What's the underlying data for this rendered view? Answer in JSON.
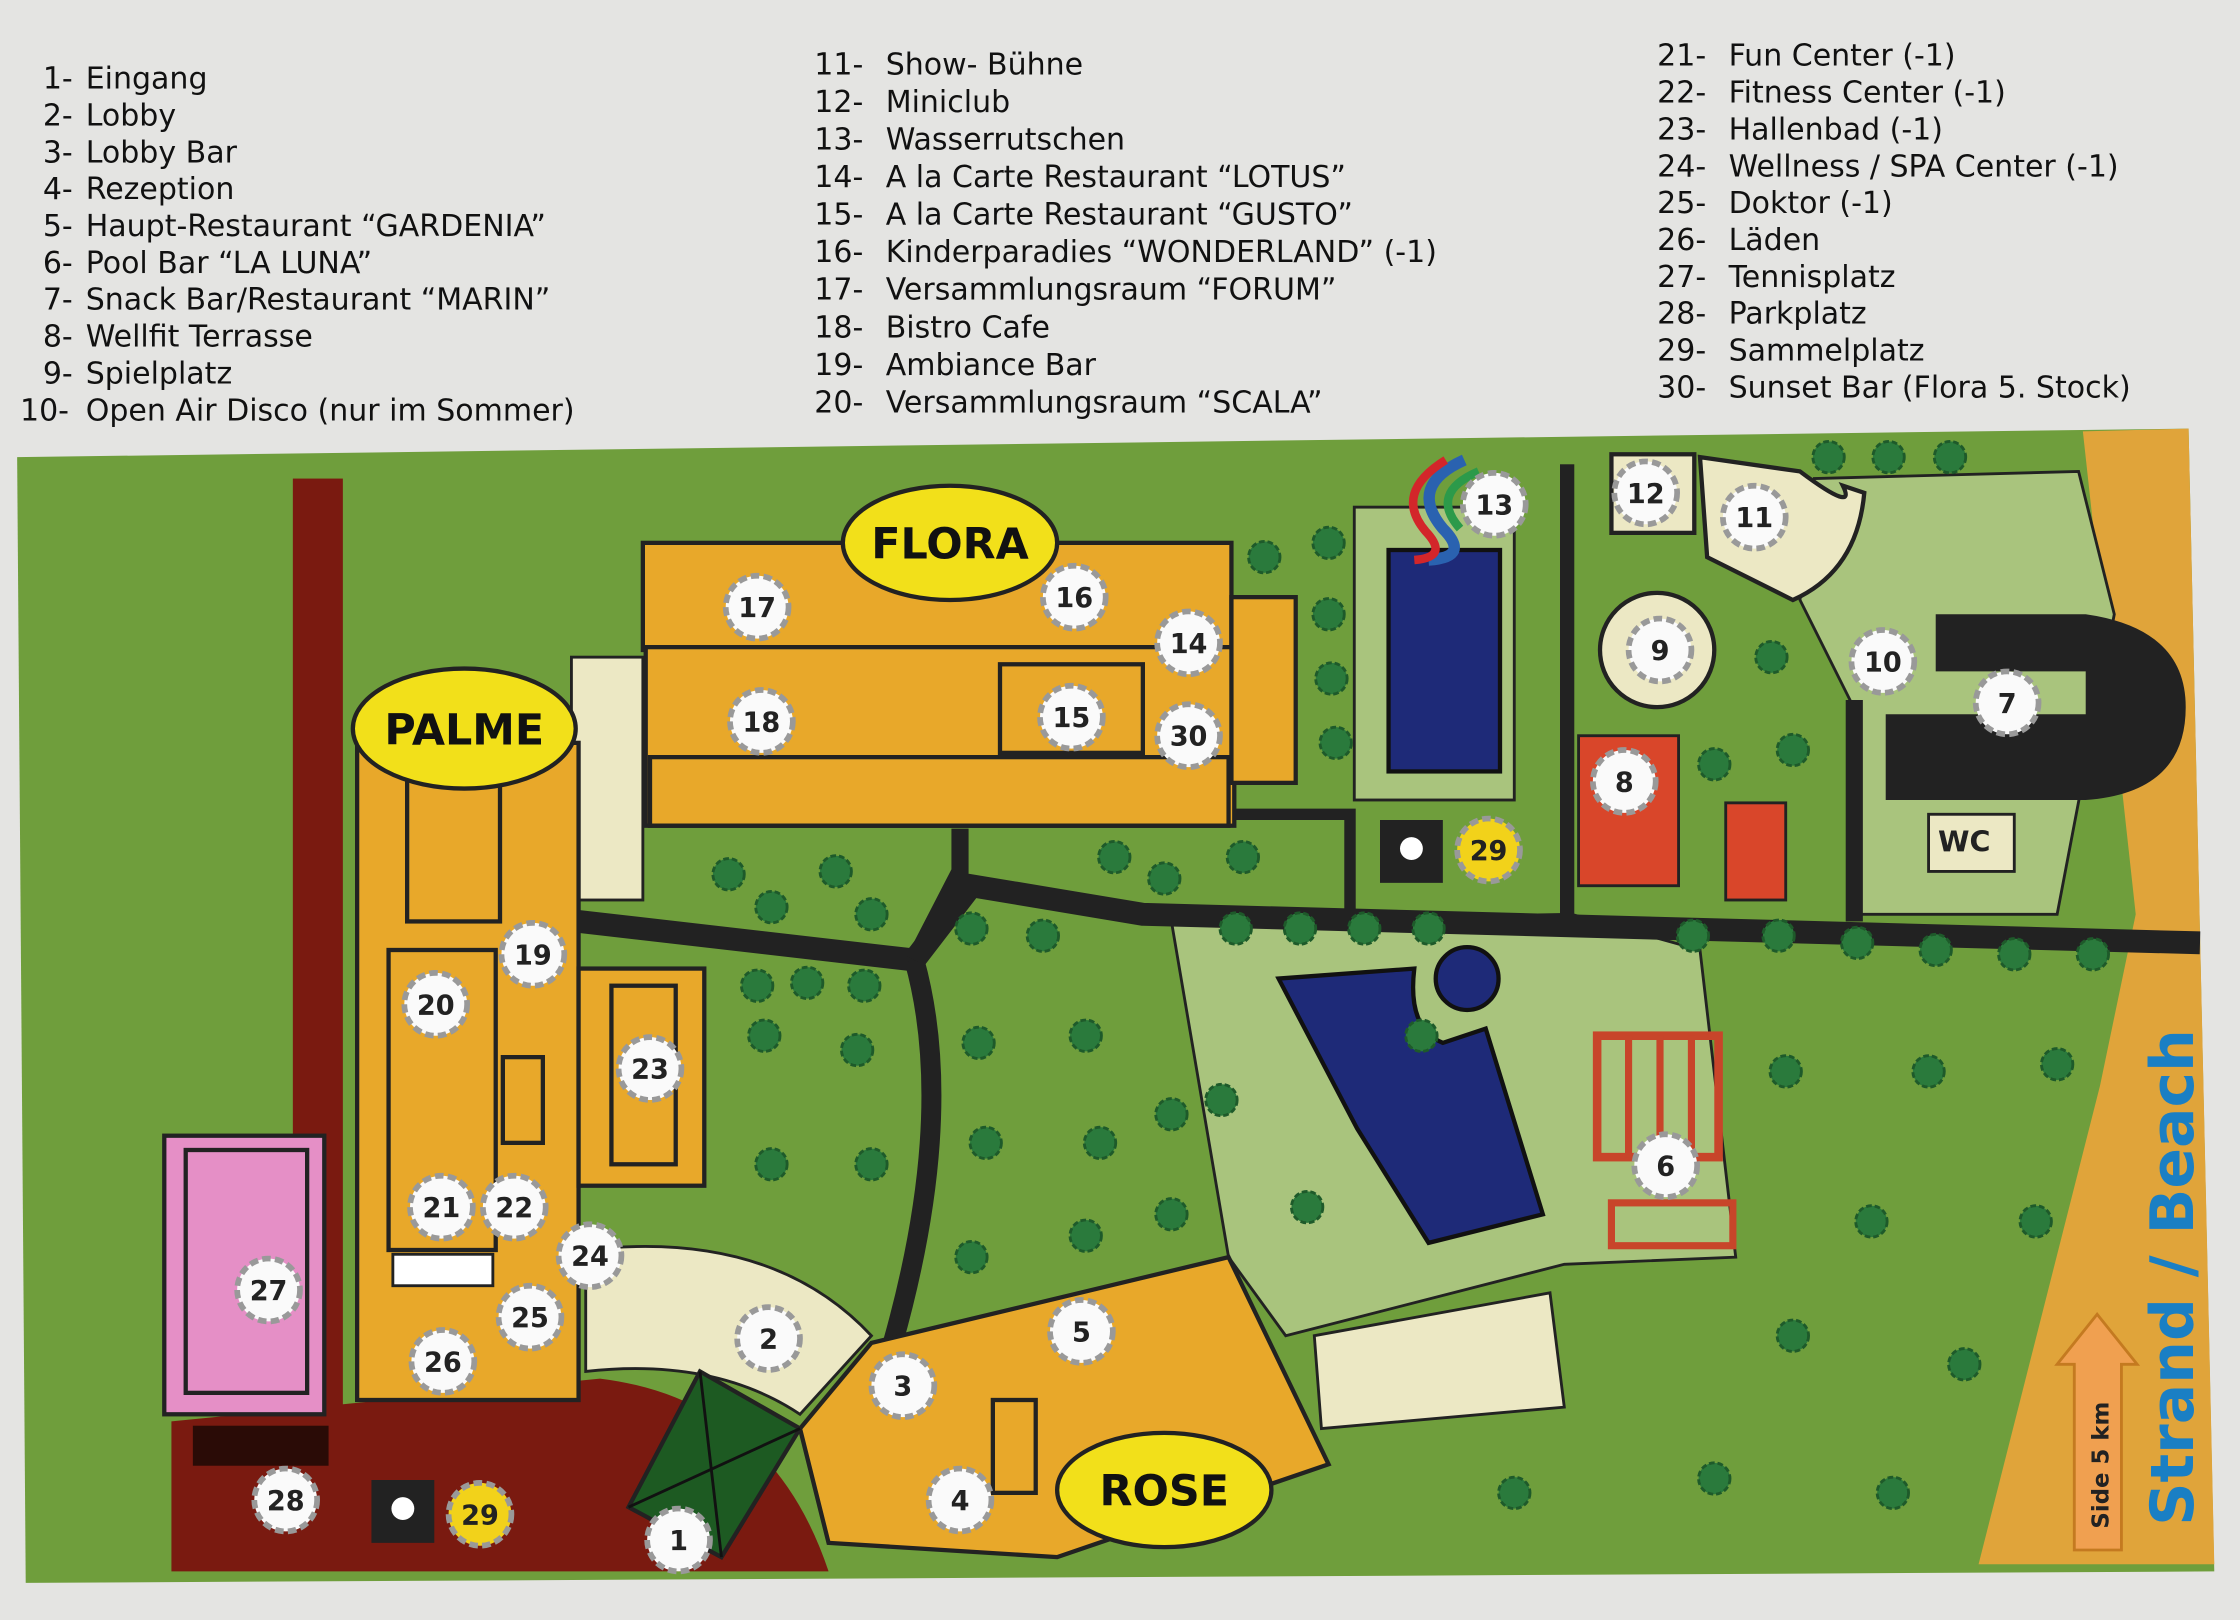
{
  "legend": {
    "col1": [
      {
        "num": "1-",
        "label": "Eingang"
      },
      {
        "num": "2-",
        "label": "Lobby"
      },
      {
        "num": "3-",
        "label": "Lobby Bar"
      },
      {
        "num": "4-",
        "label": "Rezeption"
      },
      {
        "num": "5-",
        "label": "Haupt-Restaurant “GARDENIA”"
      },
      {
        "num": "6-",
        "label": "Pool Bar “LA LUNA”"
      },
      {
        "num": "7-",
        "label": "Snack Bar/Restaurant “MARIN”"
      },
      {
        "num": "8-",
        "label": "Wellfit Terrasse"
      },
      {
        "num": "9-",
        "label": "Spielplatz"
      },
      {
        "num": "10-",
        "label": "Open Air Disco (nur im Sommer)"
      }
    ],
    "col2": [
      {
        "num": "11-",
        "label": "Show- Bühne"
      },
      {
        "num": "12-",
        "label": "Miniclub"
      },
      {
        "num": "13-",
        "label": "Wasserrutschen"
      },
      {
        "num": "14-",
        "label": "A la Carte Restaurant “LOTUS”"
      },
      {
        "num": "15-",
        "label": "A la Carte Restaurant “GUSTO”"
      },
      {
        "num": "16-",
        "label": "Kinderparadies “WONDERLAND” (-1)"
      },
      {
        "num": "17-",
        "label": "Versammlungsraum “FORUM”"
      },
      {
        "num": "18-",
        "label": "Bistro Cafe"
      },
      {
        "num": "19-",
        "label": "Ambiance Bar"
      },
      {
        "num": "20-",
        "label": "Versammlungsraum “SCALA”"
      }
    ],
    "col3": [
      {
        "num": "21-",
        "label": "Fun Center (-1)"
      },
      {
        "num": "22-",
        "label": "Fitness Center (-1)"
      },
      {
        "num": "23-",
        "label": "Hallenbad (-1)"
      },
      {
        "num": "24-",
        "label": "Wellness / SPA Center (-1)"
      },
      {
        "num": "25-",
        "label": "Doktor (-1)"
      },
      {
        "num": "26-",
        "label": "Läden"
      },
      {
        "num": "27-",
        "label": "Tennisplatz"
      },
      {
        "num": "28-",
        "label": "Parkplatz"
      },
      {
        "num": "29-",
        "label": "Sammelplatz"
      },
      {
        "num": "30-",
        "label": "Sunset Bar (Flora 5. Stock)"
      }
    ]
  },
  "map": {
    "buildings": {
      "flora": "FLORA",
      "palme": "PALME",
      "rose": "ROSE"
    },
    "wc_label": "WC",
    "beach_label": "Strand / Beach",
    "distance_label": "Side 5 km",
    "markers": [
      "1",
      "2",
      "3",
      "4",
      "5",
      "6",
      "7",
      "8",
      "9",
      "10",
      "11",
      "12",
      "13",
      "14",
      "15",
      "16",
      "17",
      "18",
      "19",
      "20",
      "21",
      "22",
      "23",
      "24",
      "25",
      "26",
      "27",
      "28",
      "29",
      "29",
      "30"
    ]
  },
  "colors": {
    "grass": "#6f9e3c",
    "building": "#e8a82a",
    "road": "#7a1a10",
    "path": "#222222",
    "pool": "#1e2a78",
    "beach": "#e0a43a",
    "beach_text": "#1a7fc4",
    "assembly": "#f2d21a"
  }
}
